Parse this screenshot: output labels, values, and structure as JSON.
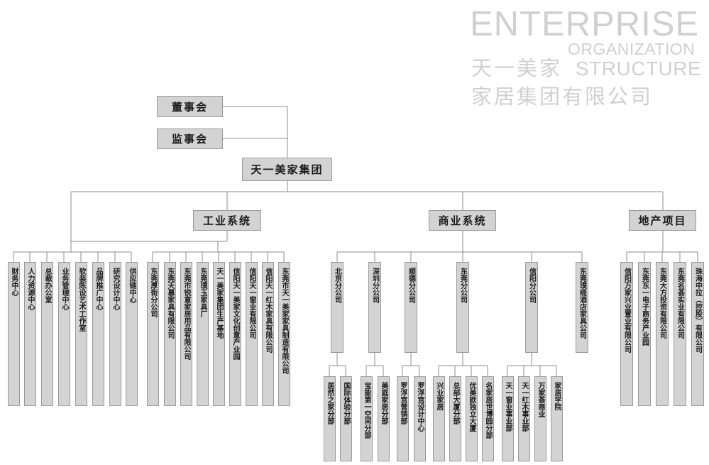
{
  "title": {
    "en_line1": "ENTERPRISE",
    "en_line2": "ORGANIZATION",
    "cn_line1": "天一美家",
    "en_line3": "STRUCTURE",
    "cn_line2": "家居集团有限公司"
  },
  "top": {
    "board": "董事会",
    "supervisory": "监事会",
    "group": "天一美家集团"
  },
  "systems": {
    "industrial": "工业系统",
    "commercial": "商业系统",
    "realestate": "地产项目"
  },
  "industrial": {
    "centers": [
      "财务中心",
      "人力资源中心",
      "总裁办公室",
      "业务管理中心",
      "软装陈设艺术工作室",
      "品牌推广中心",
      "研究设计中心",
      "供应链中心"
    ],
    "companies": [
      "东莞厚街分公司",
      "东莞天慕家具有限公司",
      "东莞市锐意家居用品有限公司",
      "东莞璞玉家具厂",
      "天一美家集团生产基地",
      "信阳天一美家文化创意产业园",
      "信阳天一窗业有限公司",
      "信阳天一红木家具有限公司",
      "东莞市天一美家家具制造有限公司"
    ]
  },
  "commercial": {
    "branches": {
      "beijing": "北京分公司",
      "shenzhen": "深圳分公司",
      "shunde": "顺德分公司",
      "dongguan": "东莞分公司",
      "xinyang": "信阳分公司",
      "hotel": "东莞璞缇酒店家具公司"
    },
    "beijing_subs": [
      "居然之家分部",
      "国际体验分部"
    ],
    "shenzhen_subs": [
      "宝能第一空间分部",
      "美庭家居分部"
    ],
    "shunde_subs": [
      "罗浮宫营销部",
      "罗浮宫设计中心"
    ],
    "dongguan_subs": [
      "兴业家居",
      "总部大厦分部",
      "优美欧独立大厦",
      "名家居世博园分部"
    ],
    "xinyang_subs": [
      "天一窗业事业部",
      "天一红木事业部",
      "万家荟商业",
      "家居学院"
    ]
  },
  "realestate": {
    "companies": [
      "信阳万家兴业置业有限公司",
      "东莞东一电子商务产业园",
      "东莞大方投资有限公司",
      "东莞名荟实业有限公司",
      "珠海中拉（控股）有限公司"
    ]
  }
}
